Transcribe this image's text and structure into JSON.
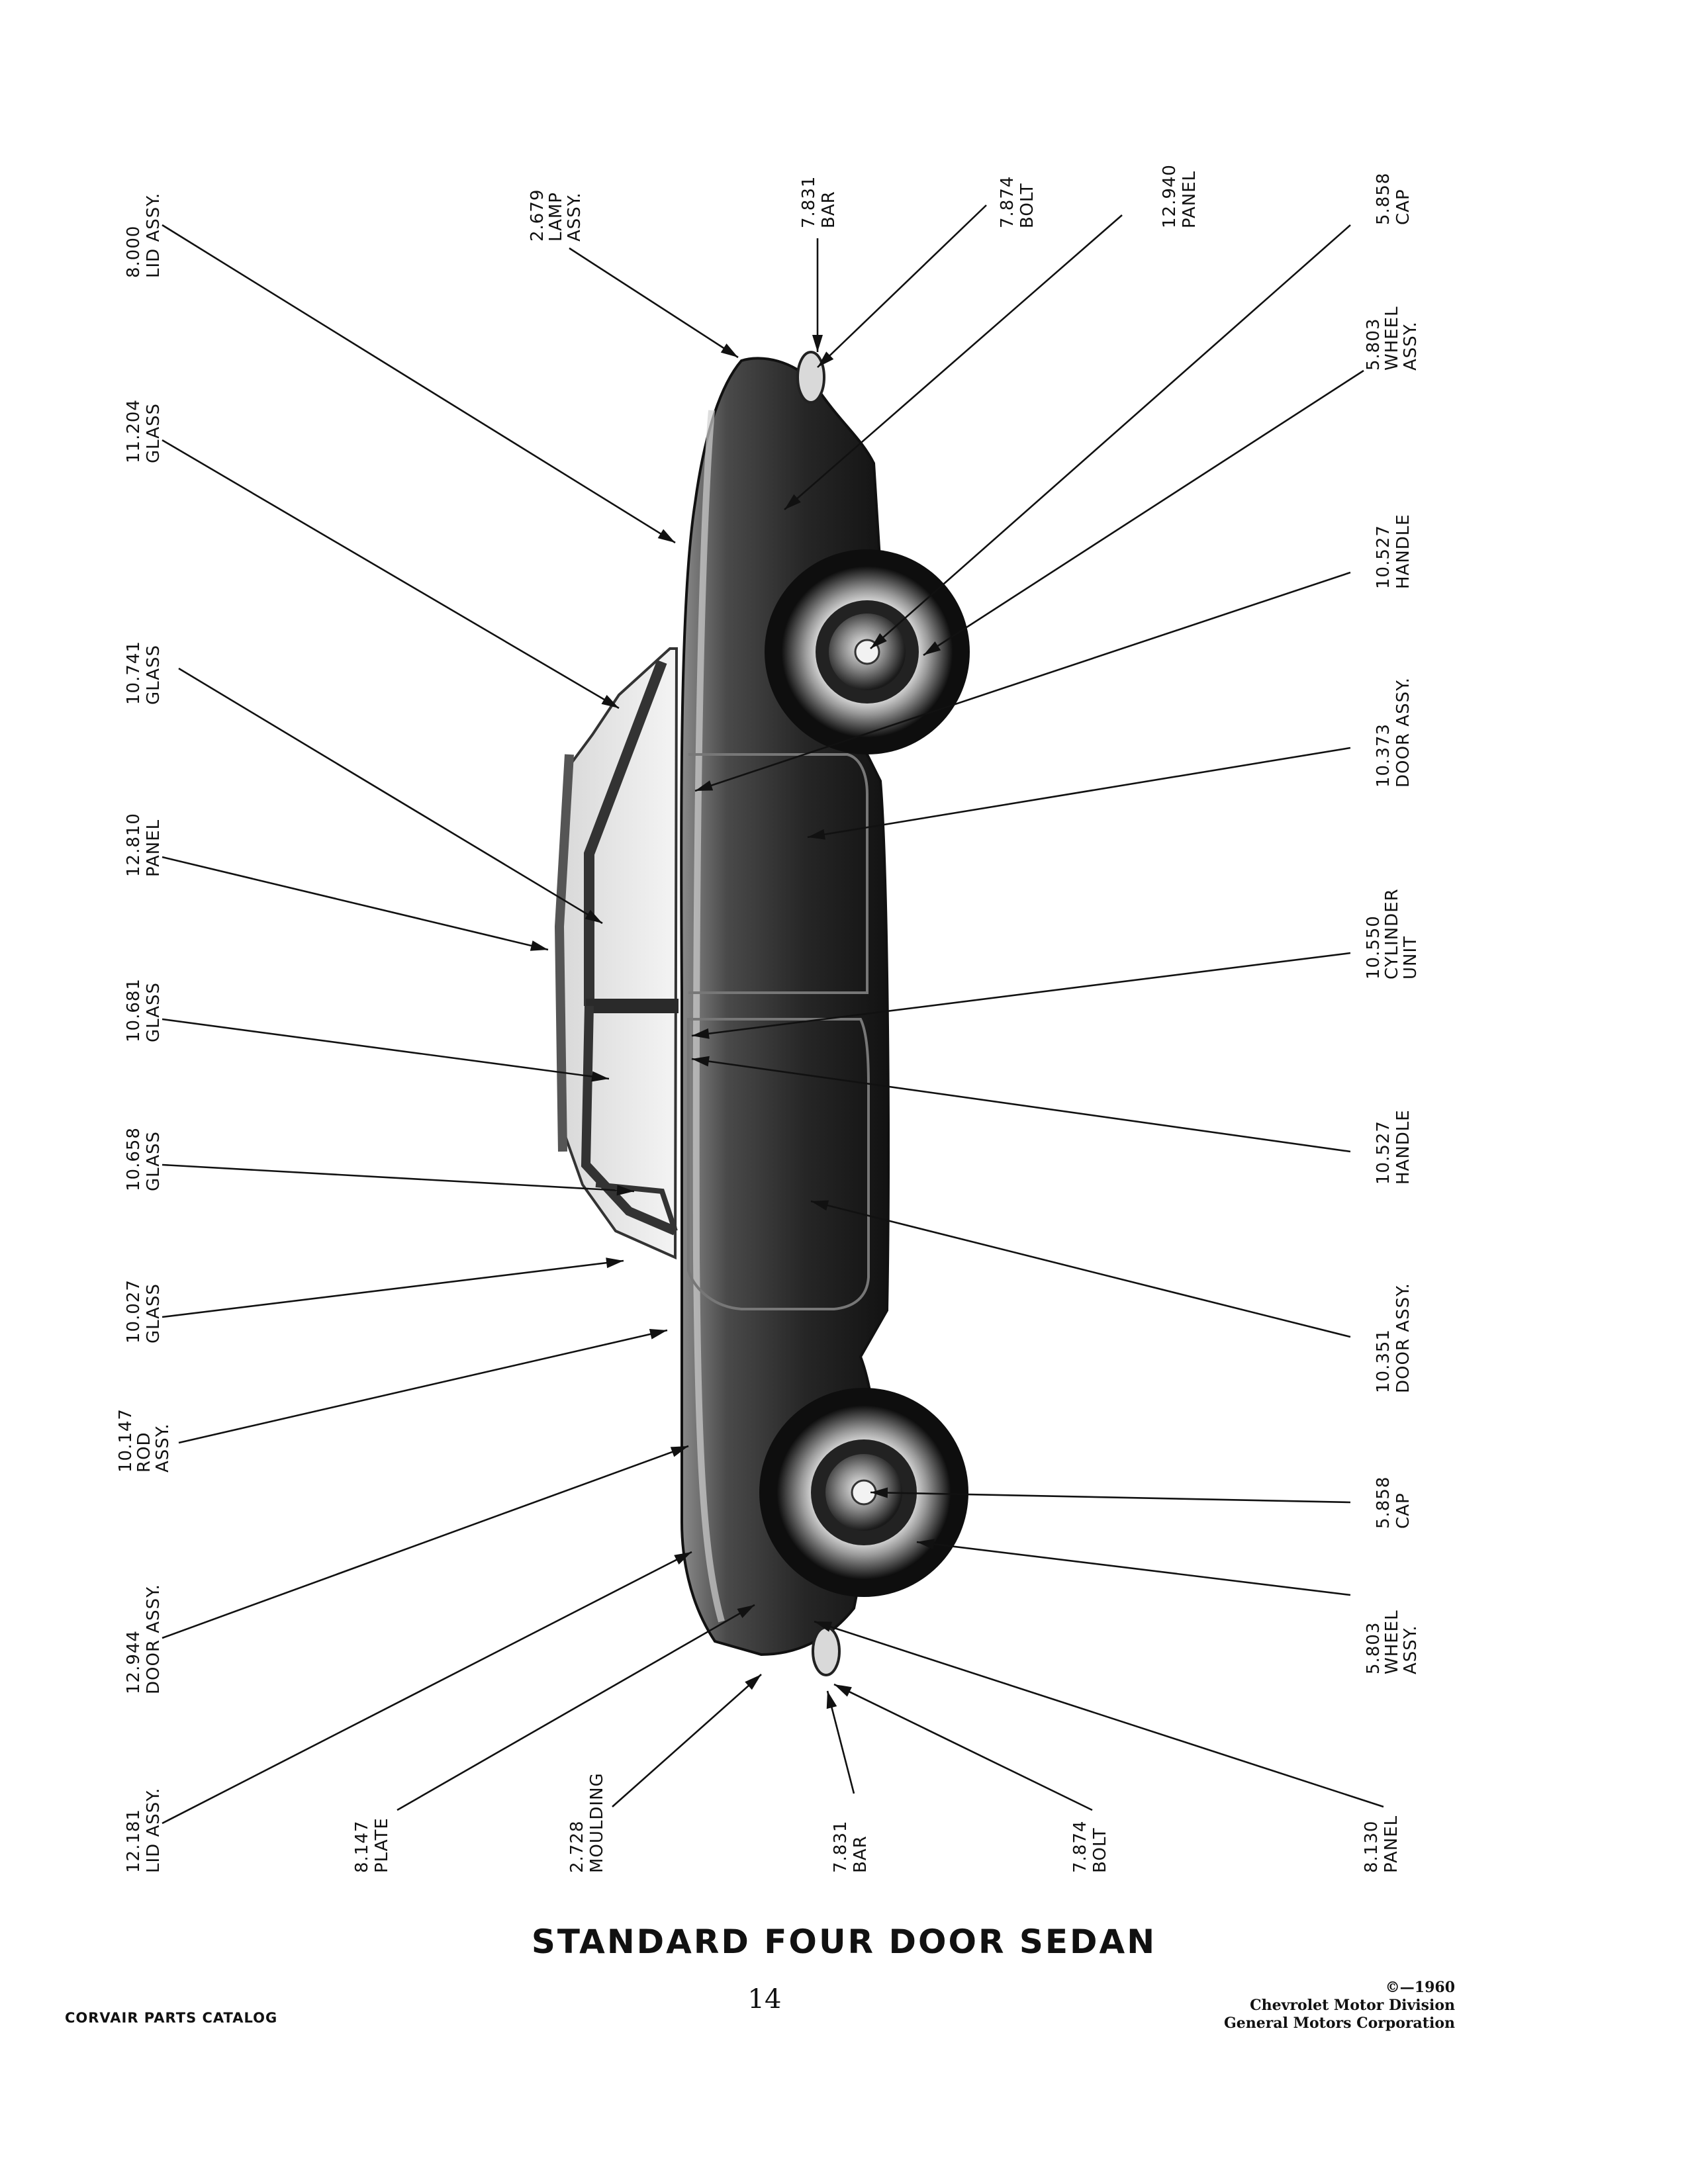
{
  "caption": "STANDARD FOUR DOOR SEDAN",
  "page_number": "14",
  "footer": {
    "catalog_title": "CORVAIR PARTS CATALOG",
    "copyright": "©—1960",
    "publisher_line1": "Chevrolet Motor Division",
    "publisher_line2": "General Motors Corporation"
  },
  "callouts": {
    "c01": {
      "number": "8.000",
      "line1": "LID ASSY.",
      "line2": ""
    },
    "c02": {
      "number": "11.204",
      "line1": "GLASS",
      "line2": ""
    },
    "c03": {
      "number": "10.741",
      "line1": "GLASS",
      "line2": ""
    },
    "c04": {
      "number": "12.810",
      "line1": "PANEL",
      "line2": ""
    },
    "c05": {
      "number": "10.681",
      "line1": "GLASS",
      "line2": ""
    },
    "c06": {
      "number": "10.658",
      "line1": "GLASS",
      "line2": ""
    },
    "c07": {
      "number": "10.027",
      "line1": "GLASS",
      "line2": ""
    },
    "c08": {
      "number": "10.147",
      "line1": "ROD",
      "line2": "ASSY."
    },
    "c09": {
      "number": "12.944",
      "line1": "DOOR ASSY.",
      "line2": ""
    },
    "c10": {
      "number": "12.181",
      "line1": "LID ASSY.",
      "line2": ""
    },
    "c11": {
      "number": "8.147",
      "line1": "PLATE",
      "line2": ""
    },
    "c12": {
      "number": "2.728",
      "line1": "MOULDING",
      "line2": ""
    },
    "c13": {
      "number": "7.831",
      "line1": "BAR",
      "line2": ""
    },
    "c14": {
      "number": "7.874",
      "line1": "BOLT",
      "line2": ""
    },
    "c15": {
      "number": "8.130",
      "line1": "PANEL",
      "line2": ""
    },
    "c16": {
      "number": "2.679",
      "line1": "LAMP",
      "line2": "ASSY."
    },
    "c17": {
      "number": "7.831",
      "line1": "BAR",
      "line2": ""
    },
    "c18": {
      "number": "7.874",
      "line1": "BOLT",
      "line2": ""
    },
    "c19": {
      "number": "12.940",
      "line1": "PANEL",
      "line2": ""
    },
    "c20": {
      "number": "5.858",
      "line1": "CAP",
      "line2": ""
    },
    "c21": {
      "number": "5.803",
      "line1": "WHEEL",
      "line2": "ASSY."
    },
    "c22": {
      "number": "10.527",
      "line1": "HANDLE",
      "line2": ""
    },
    "c23": {
      "number": "10.373",
      "line1": "DOOR ASSY.",
      "line2": ""
    },
    "c24": {
      "number": "10.550",
      "line1": "CYLINDER",
      "line2": "UNIT"
    },
    "c25": {
      "number": "10.527",
      "line1": "HANDLE",
      "line2": ""
    },
    "c26": {
      "number": "10.351",
      "line1": "DOOR ASSY.",
      "line2": ""
    },
    "c27": {
      "number": "5.858",
      "line1": "CAP",
      "line2": ""
    },
    "c28": {
      "number": "5.803",
      "line1": "WHEEL",
      "line2": "ASSY."
    }
  }
}
